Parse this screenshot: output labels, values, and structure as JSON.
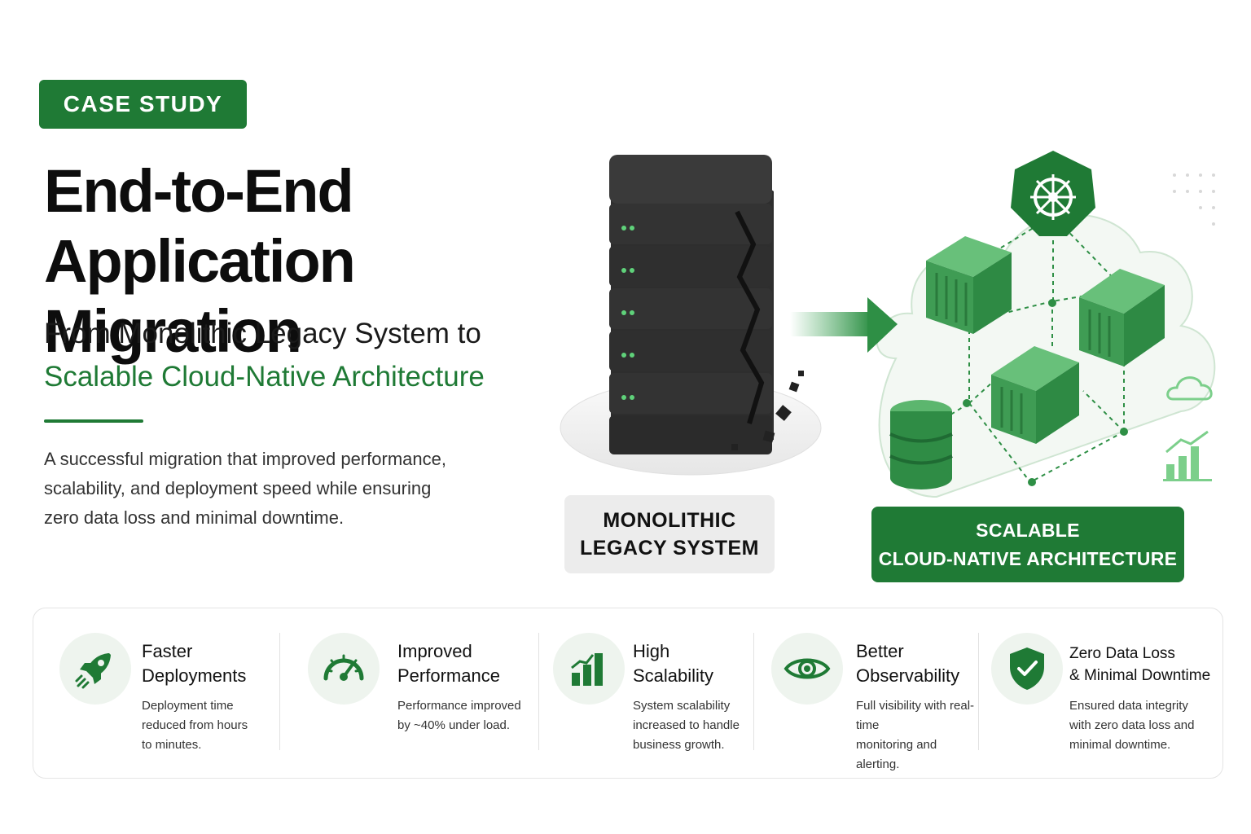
{
  "badge": "CASE STUDY",
  "title_line1": "End-to-End",
  "title_line2": "Application Migration",
  "subtitle_line1": "From Monolithic Legacy System to",
  "subtitle_line2": "Scalable Cloud-Native Architecture",
  "description_line1": "A successful migration that improved performance,",
  "description_line2": "scalability, and deployment speed while ensuring",
  "description_line3": "zero data loss and minimal downtime.",
  "legacy_label_line1": "MONOLITHIC",
  "legacy_label_line2": "LEGACY SYSTEM",
  "cloud_label_line1": "SCALABLE",
  "cloud_label_line2": "CLOUD-NATIVE ARCHITECTURE",
  "colors": {
    "brand_green": "#1f7a35",
    "light_green": "#4caf5c",
    "server_dark": "#2b2b2b"
  },
  "benefits": [
    {
      "icon": "rocket-icon",
      "title_line1": "Faster",
      "title_line2": "Deployments",
      "desc_lines": [
        "Deployment time",
        "reduced from hours",
        "to minutes."
      ]
    },
    {
      "icon": "speedometer-icon",
      "title_line1": "Improved",
      "title_line2": "Performance",
      "desc_lines": [
        "Performance improved",
        "by ~40% under load."
      ]
    },
    {
      "icon": "bar-chart-icon",
      "title_line1": "High",
      "title_line2": "Scalability",
      "desc_lines": [
        "System scalability",
        "increased to handle",
        "business growth."
      ]
    },
    {
      "icon": "eye-icon",
      "title_line1": "Better",
      "title_line2": "Observability",
      "desc_lines": [
        "Full visibility with real-time",
        "monitoring and alerting."
      ]
    },
    {
      "icon": "shield-check-icon",
      "title_line1": "Zero Data Loss",
      "title_line2": "& Minimal Downtime",
      "desc_lines": [
        "Ensured data integrity",
        "with zero data loss and",
        "minimal downtime."
      ]
    }
  ]
}
